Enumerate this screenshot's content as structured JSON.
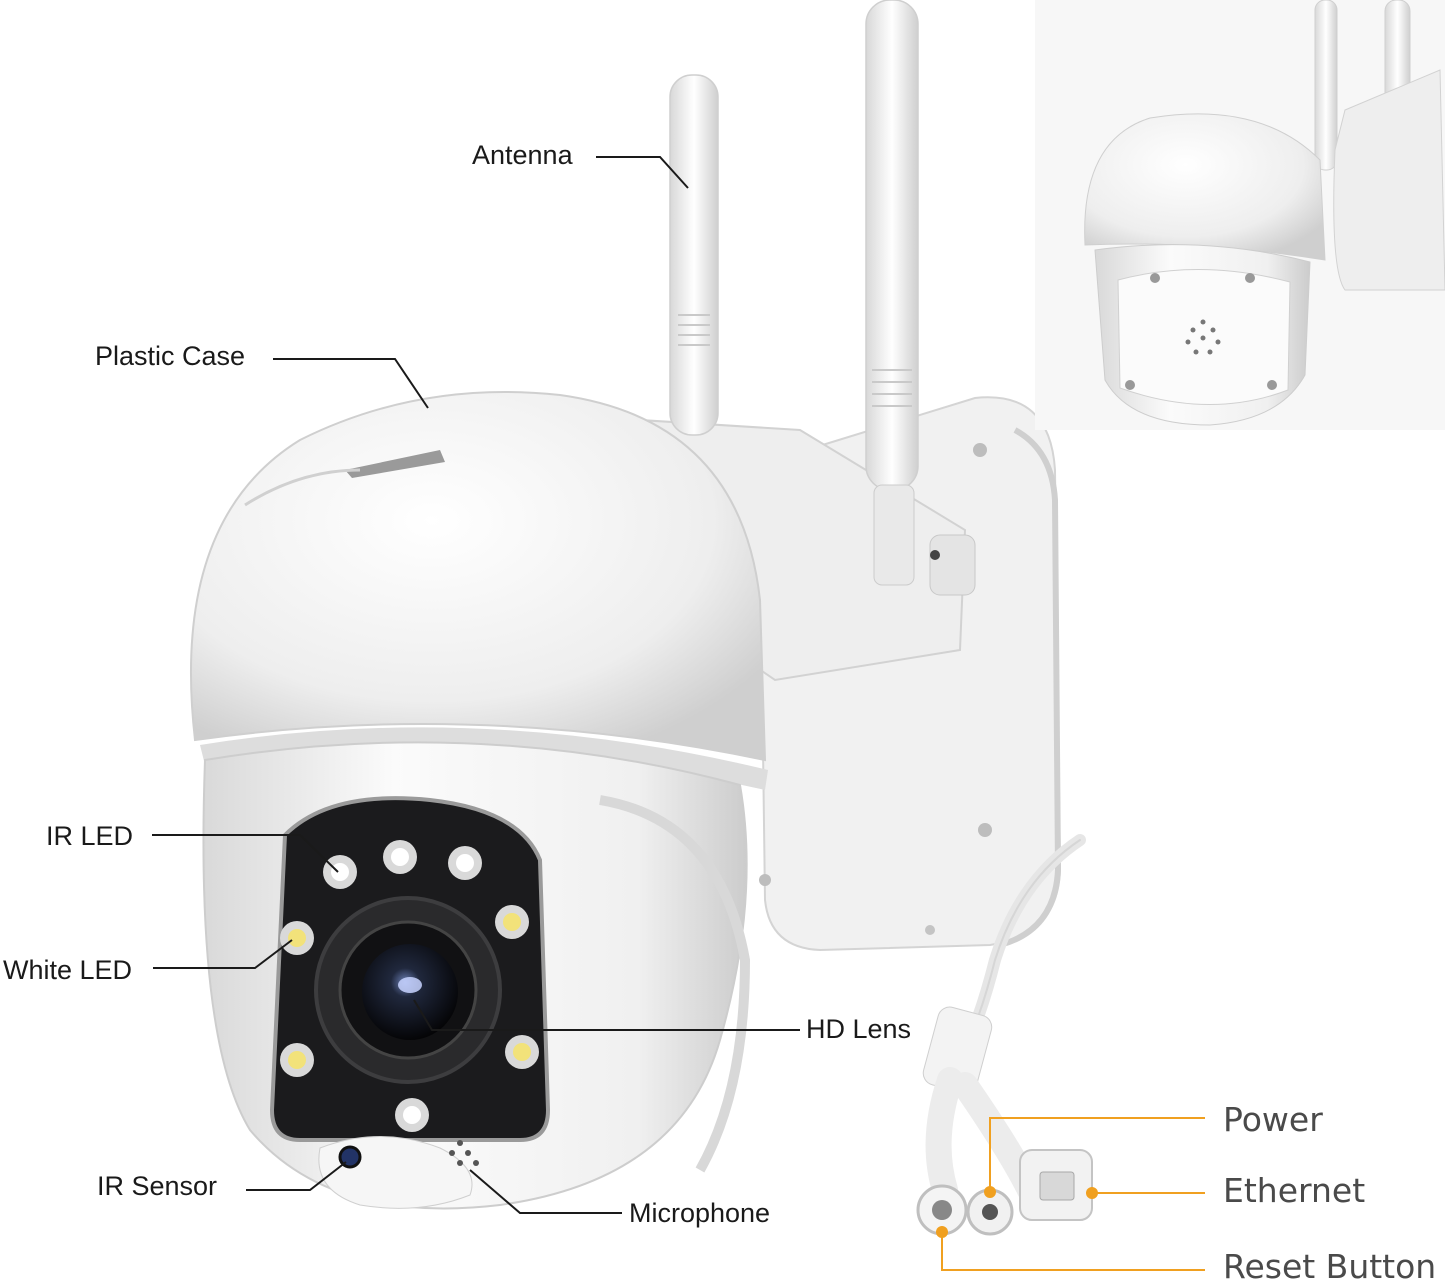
{
  "labels": {
    "antenna": "Antenna",
    "plastic_case": "Plastic Case",
    "ir_led": "IR LED",
    "white_led": "White LED",
    "hd_lens": "HD Lens",
    "ir_sensor": "IR Sensor",
    "microphone": "Microphone"
  },
  "ports": {
    "power": "Power",
    "ethernet": "Ethernet",
    "reset_button": "Reset Button"
  },
  "colors": {
    "leader_line": "#1a1a1a",
    "port_accent": "#f0a020",
    "camera_body": "#f4f4f4",
    "camera_shadow": "#d6d6d6",
    "lens_panel": "#1b1b1d",
    "white_led": "#f2e27a",
    "port_text": "#4a4a4a"
  }
}
